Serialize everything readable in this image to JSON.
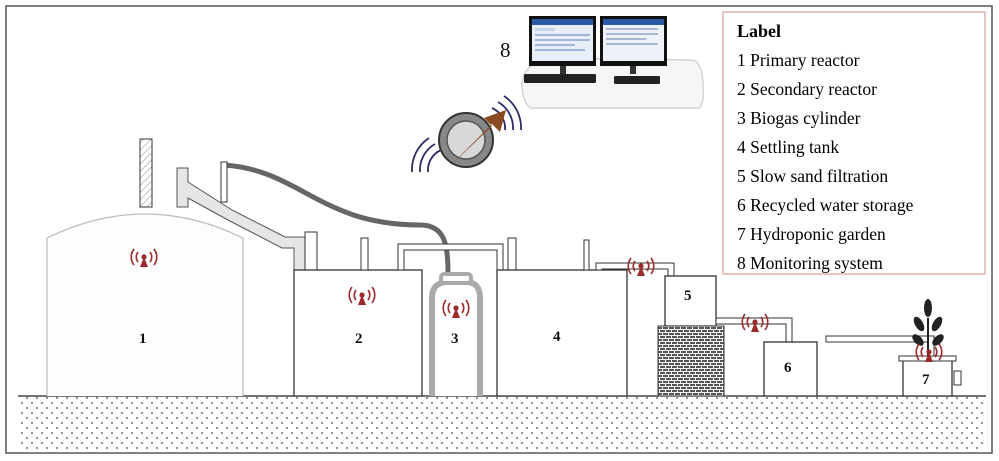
{
  "legend": {
    "title": "Label",
    "items": [
      "1 Primary reactor",
      "2 Secondary reactor",
      "3 Biogas cylinder",
      "4 Settling tank",
      "5 Slow sand filtration",
      "6 Recycled water storage",
      "7 Hydroponic garden",
      "8 Monitoring system"
    ]
  },
  "component_numbers": {
    "primary_reactor": "1",
    "secondary_reactor": "2",
    "biogas_cylinder": "3",
    "settling_tank": "4",
    "sand_filter": "5",
    "water_storage": "6",
    "hydroponic_garden": "7",
    "monitoring_system": "8"
  },
  "colors": {
    "outline": "#2b2b2b",
    "frame": "#555555",
    "sensor": "#9b2a2a",
    "arrow": "#8a4a1f",
    "legend_border": "#d9a0a0",
    "wave": "#2c2c66",
    "screen": "#2b5aa8"
  },
  "icons": {
    "sensor": "wireless-sensor-icon",
    "transmit": "signal-waves-icon",
    "gateway": "gateway-device-icon"
  }
}
